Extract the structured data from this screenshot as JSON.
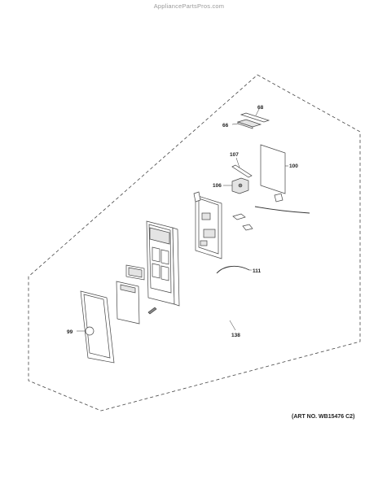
{
  "header": {
    "watermark": "AppliancePartsPros.com"
  },
  "footer": {
    "art_number": "(ART NO. WB15476 C2)"
  },
  "callouts": {
    "c68": "68",
    "c66": "66",
    "c107": "107",
    "c100": "100",
    "c106": "106",
    "c111": "111",
    "c99": "99",
    "c138": "138"
  }
}
